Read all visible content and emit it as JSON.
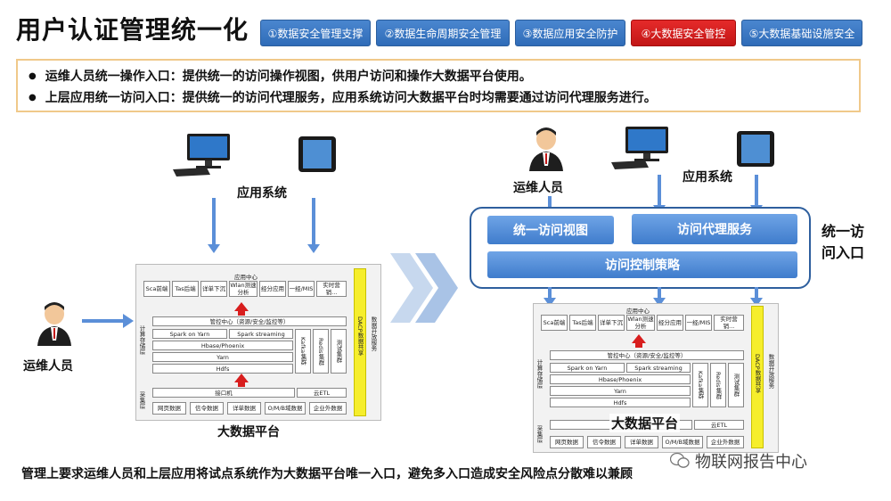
{
  "title": "用户认证管理统一化",
  "tabs": [
    {
      "label": "①数据安全管理支撑",
      "active": false
    },
    {
      "label": "②数据生命周期安全管理",
      "active": false
    },
    {
      "label": "③数据应用安全防护",
      "active": false
    },
    {
      "label": "④大数据安全管控",
      "active": true
    },
    {
      "label": "⑤大数据基础设施安全",
      "active": false
    }
  ],
  "bullets": [
    "运维人员统一操作入口：提供统一的访问操作视图，供用户访问和操作大数据平台使用。",
    "上层应用统一访问入口：提供统一的访问代理服务，应用系统访问大数据平台时均需要通过访问代理服务进行。"
  ],
  "left": {
    "app_system": "应用系统",
    "ops_person": "运维人员",
    "platform_caption": "大数据平台"
  },
  "right": {
    "ops_person": "运维人员",
    "app_system": "应用系统",
    "unified_view": "统一访问视图",
    "proxy_service": "访问代理服务",
    "access_policy": "访问控制策略",
    "entry_label_1": "统一访",
    "entry_label_2": "问入口",
    "platform_caption": "大数据平台"
  },
  "platform": {
    "app_center": "应用中心",
    "apps": [
      "Sca前端",
      "Tas后端",
      "详单下沉",
      "Wlan测速分析",
      "经分应用",
      "一经/MIS",
      "实时营销..."
    ],
    "mgmt_center": "管控中心（资源/安全/监控等）",
    "spark_on_yarn": "Spark on Yarn",
    "spark_streaming": "Spark streaming",
    "hbase": "Hbase/Phoenix",
    "yarn": "Yarn",
    "hdfs": "Hdfs",
    "kafka": "Kafka集群",
    "redis": "Redis集群",
    "test": "测试集群",
    "compute_layer": "计算存储层",
    "dacp": "DACP数据共享",
    "open_service": "数据开放服务",
    "interface": "接口机",
    "cloud_etl": "云ETL",
    "collect_layer": "采集层",
    "sources": [
      "网页数据",
      "信令数据",
      "详单数据",
      "O/M/B域数据",
      "企业外数据"
    ]
  },
  "footer": "管理上要求运维人员和上层应用将试点系统作为大数据平台唯一入口，避免多入口造成安全风险点分散难以兼顾",
  "watermark": "物联网报告中心",
  "colors": {
    "accent_blue": "#3f7ccc",
    "active_red": "#d81e1e",
    "dacp_yellow": "#f6ee2c",
    "box_border": "#f0c98a"
  }
}
